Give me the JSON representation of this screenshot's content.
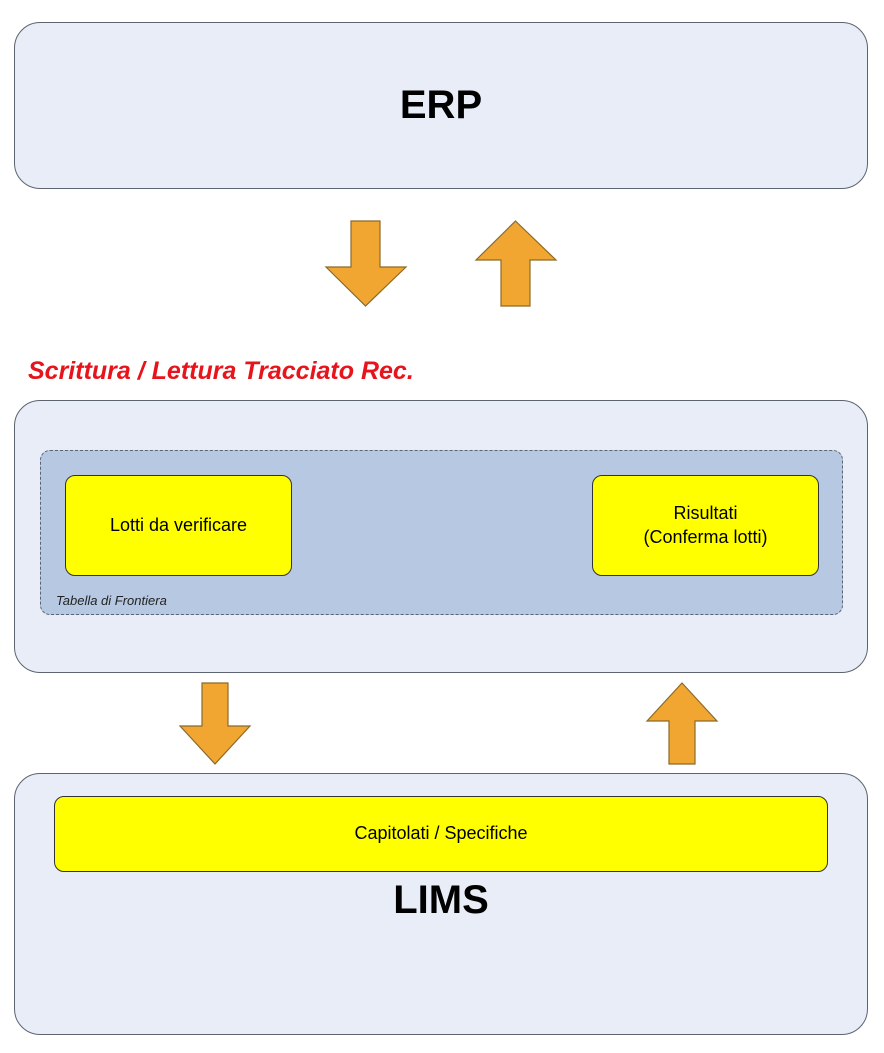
{
  "erp": {
    "title": "ERP"
  },
  "caption": "Scrittura / Lettura Tracciato Rec.",
  "frontier": {
    "label": "Tabella di Frontiera",
    "left_box": "Lotti da verificare",
    "right_box_line1": "Risultati",
    "right_box_line2": "(Conferma lotti)"
  },
  "lims": {
    "title": "LIMS",
    "box": "Capitolati / Specifiche"
  },
  "colors": {
    "arrow_fill": "#f0a631",
    "arrow_stroke": "#8a6a2a",
    "caption": "#e8141c",
    "yellow_box": "#ffff00",
    "block_bg": "#e8edf7",
    "frontier_bg": "#b7c9e2"
  }
}
